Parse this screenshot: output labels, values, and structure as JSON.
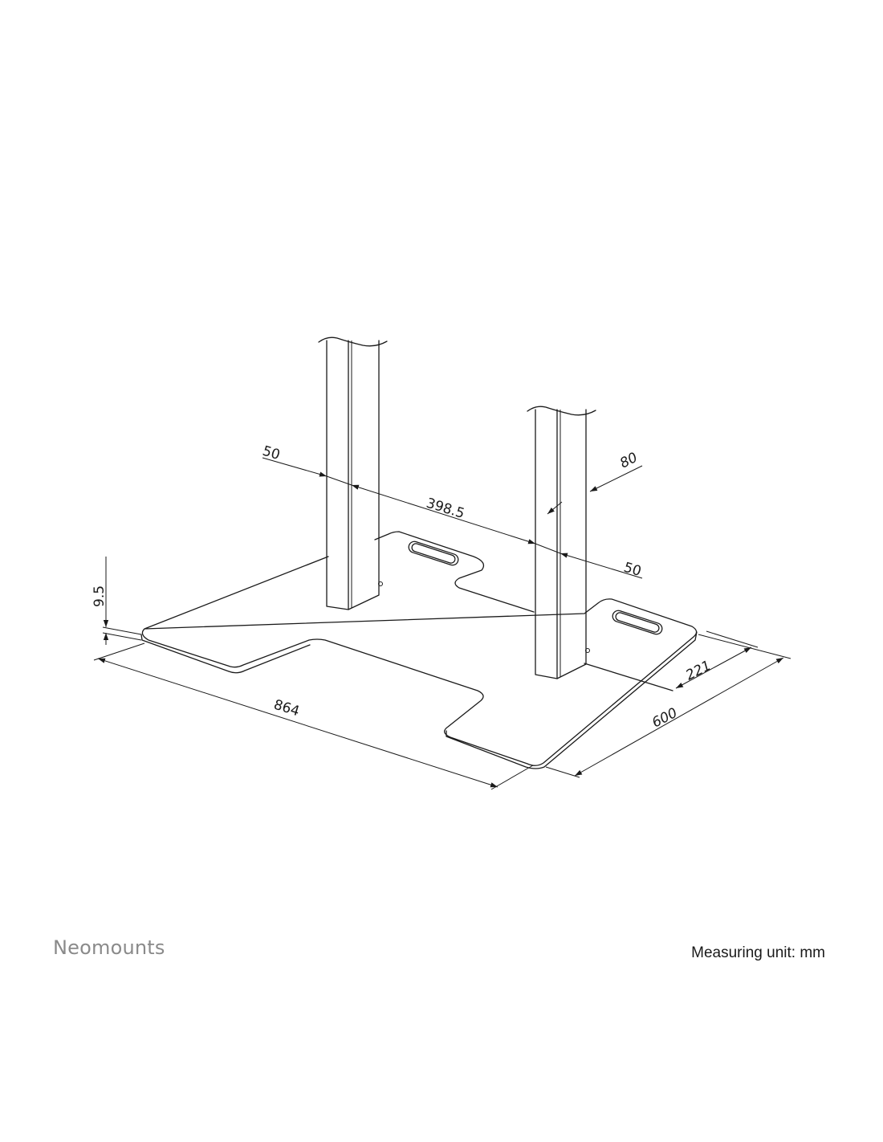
{
  "diagram": {
    "dimensions": {
      "post_offset_left": "50",
      "post_spacing": "398.5",
      "post_offset_right": "50",
      "post_depth": "80",
      "plate_thickness": "9.5",
      "base_width": "864",
      "post_to_back": "221",
      "base_depth": "600"
    }
  },
  "footer": {
    "brand": "Neomounts",
    "unit_label": "Measuring unit: mm"
  },
  "colors": {
    "line": "#1a1a1a",
    "brand": "#8a8a8a",
    "background": "#ffffff"
  }
}
